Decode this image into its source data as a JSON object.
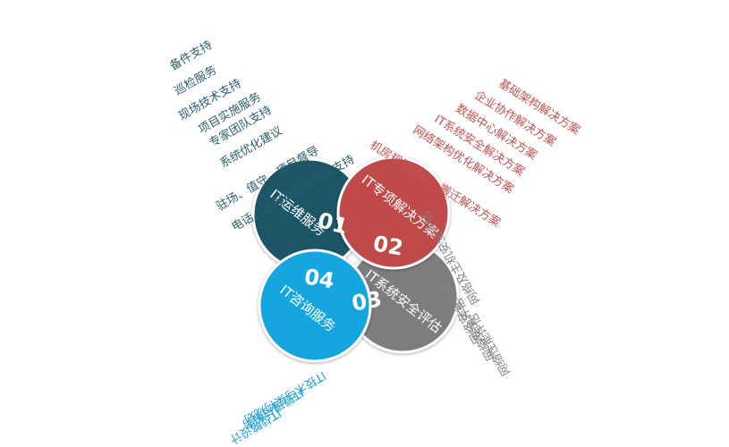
{
  "colors": {
    "teal": "#1e5566",
    "red": "#c04a4a",
    "gray": "#7d7d7d",
    "blue": "#12a6df",
    "list_teal": "#2b5d6c",
    "list_red": "#c45252",
    "list_gray": "#858585",
    "list_blue": "#1a9fd8"
  },
  "circles": [
    {
      "id": "c1",
      "number": "01",
      "title": "IT运维服务"
    },
    {
      "id": "c2",
      "number": "02",
      "title": "IT专项解决方案"
    },
    {
      "id": "c3",
      "number": "03",
      "title": "IT系统安全评估"
    },
    {
      "id": "c4",
      "number": "04",
      "title": "IT咨询服务"
    }
  ],
  "lists": {
    "ops": [
      "备件支持",
      "巡检服务",
      "现场技术支持",
      "项目实施服务",
      "专家团队支持",
      "系统优化建议",
      "驻场、值守、项目督导",
      "电话、远程及应急响应支持"
    ],
    "solutions": [
      "基础架构解决方案",
      "企业协作解决方案",
      "数据中心解决方案",
      "IT系统安全解决方案",
      "网络架构优化解决方案",
      "机房规划建设、搬迁解决方案"
    ],
    "security": [
      "网络及主机安全评估",
      "网络安全评估",
      "网络安全评估",
      "网络性能评估"
    ],
    "consulting": [
      "IT战略设计",
      "IT管理与服务",
      "IT技术与架构规划"
    ]
  }
}
